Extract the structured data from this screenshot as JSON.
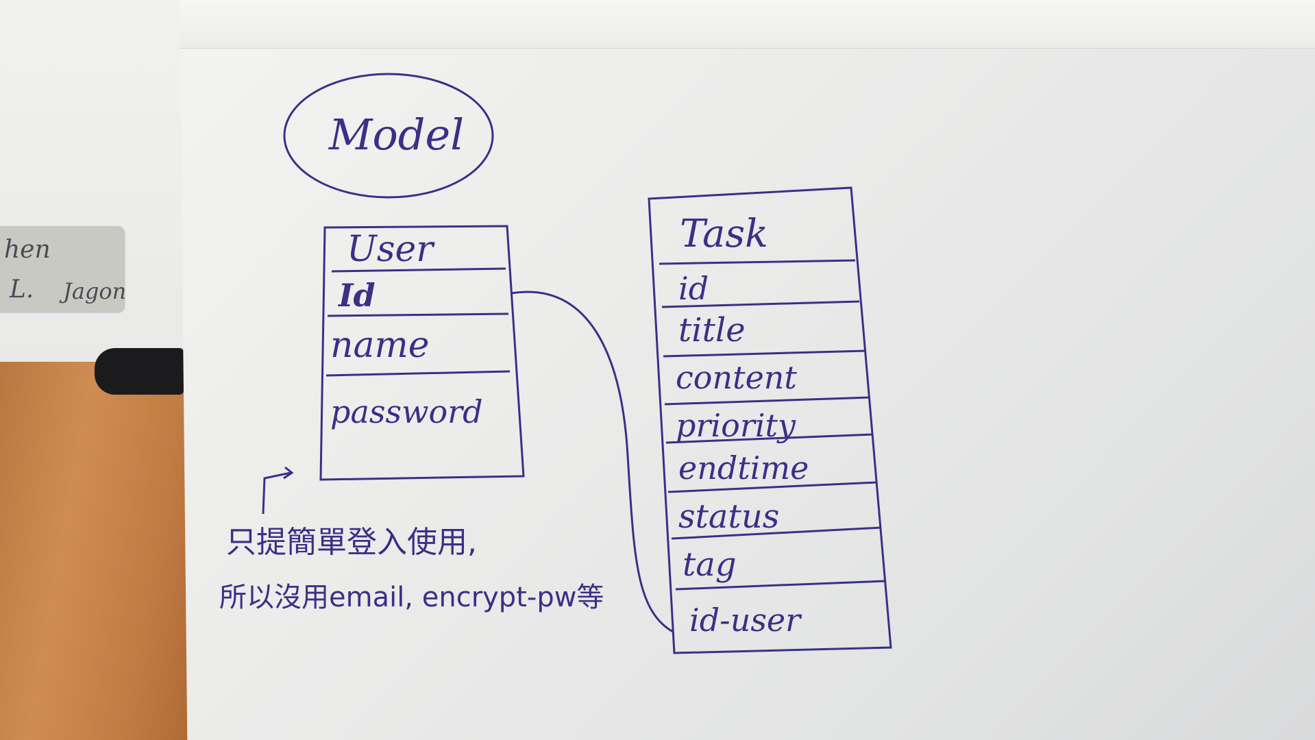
{
  "model_label": "Model",
  "user_entity": {
    "name": "User",
    "fields": [
      "Id",
      "name",
      "password"
    ]
  },
  "task_entity": {
    "name": "Task",
    "fields": [
      "id",
      "title",
      "content",
      "priority",
      "endtime",
      "status",
      "tag",
      "id-user"
    ]
  },
  "note": {
    "line1": "只提簡單登入使用,",
    "line2": "所以沒用email, encrypt-pw等"
  },
  "background_label": {
    "line1": "hen",
    "line2a": "L.",
    "line2b": "Jagon"
  },
  "colors": {
    "ink": "#3b2f86",
    "paper": "#ecedec",
    "desk": "#c8834a"
  }
}
